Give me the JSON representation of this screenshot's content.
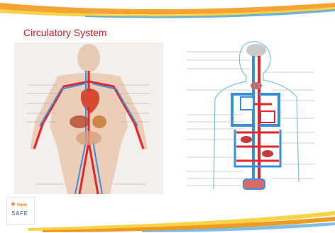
{
  "slide": {
    "title": "Circulatory System",
    "logo": {
      "small_text": "think",
      "main_text": "SAFE"
    }
  },
  "colors": {
    "title": "#d3202a",
    "swoosh_orange": "#f29a1f",
    "swoosh_yellow": "#f7d34a",
    "swoosh_blue": "#4aa3d8",
    "artery_red": "#e2262c",
    "vein_blue": "#3a8fdc"
  },
  "icons": [
    "think-safe-logo"
  ]
}
